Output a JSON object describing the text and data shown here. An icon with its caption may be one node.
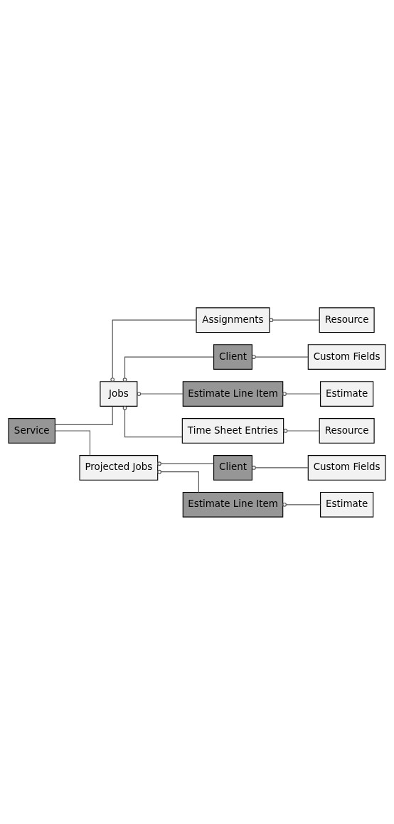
{
  "diagram": {
    "nodes": [
      {
        "text": [
          "Service"
        ]
      },
      {
        "text": [
          "Jobs"
        ]
      },
      {
        "text": [
          "Assignments"
        ]
      },
      {
        "text": [
          "Resource"
        ]
      },
      {
        "text": [
          "Client"
        ]
      },
      {
        "text": [
          "Custom Fields"
        ]
      },
      {
        "text": [
          "Estimate Line Item"
        ]
      },
      {
        "text": [
          "Estimate"
        ]
      },
      {
        "text": [
          "Time Sheet Entries"
        ]
      },
      {
        "text": [
          "Resource"
        ]
      },
      {
        "text": [
          "Projected Jobs"
        ]
      },
      {
        "text": [
          "Client"
        ]
      },
      {
        "text": [
          "Custom Fields"
        ]
      },
      {
        "text": [
          "Estimate Line Item"
        ]
      },
      {
        "text": [
          "Estimate"
        ]
      }
    ],
    "edges": [
      {
        "from": 0,
        "to": 1,
        "arrow": "none"
      },
      {
        "from": 1,
        "to": 2,
        "arrow": "other"
      },
      {
        "from": 2,
        "to": 3,
        "arrow": "other"
      },
      {
        "from": 1,
        "to": 4,
        "arrow": "other"
      },
      {
        "from": 4,
        "to": 5,
        "arrow": "other"
      },
      {
        "from": 1,
        "to": 6,
        "arrow": "other"
      },
      {
        "from": 6,
        "to": 7,
        "arrow": "other"
      },
      {
        "from": 1,
        "to": 8,
        "arrow": "other"
      },
      {
        "from": 8,
        "to": 9,
        "arrow": "other"
      },
      {
        "from": 0,
        "to": 10,
        "arrow": "none"
      },
      {
        "from": 10,
        "to": 11,
        "arrow": "other"
      },
      {
        "from": 11,
        "to": 12,
        "arrow": "other"
      },
      {
        "from": 10,
        "to": 13,
        "arrow": "other"
      },
      {
        "from": 13,
        "to": 14,
        "arrow": "other"
      }
    ]
  }
}
